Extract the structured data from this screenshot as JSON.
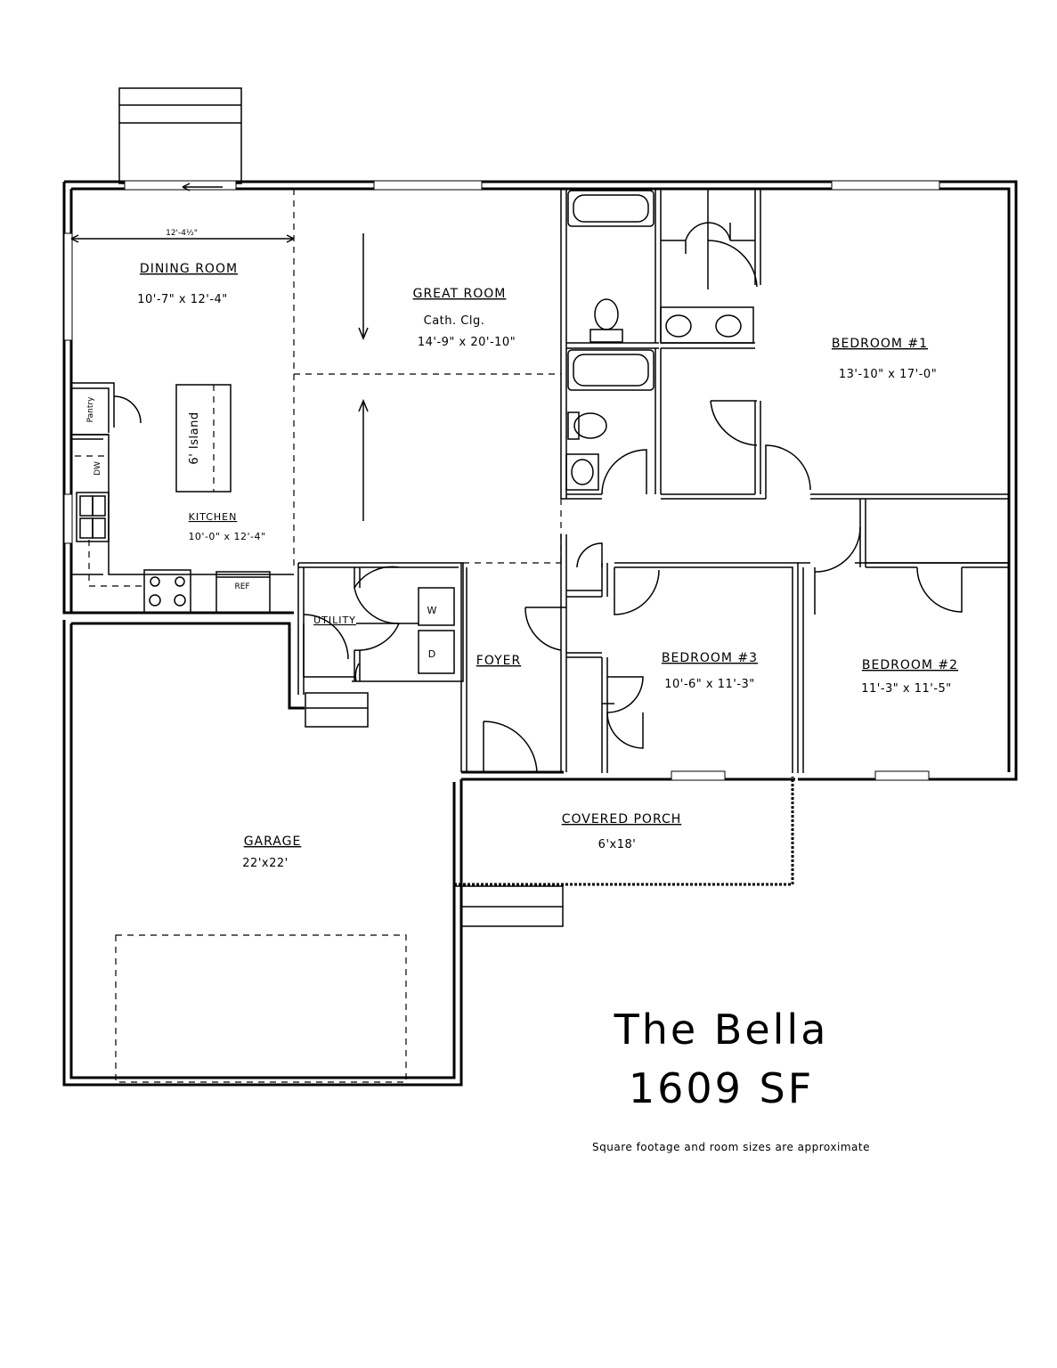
{
  "rooms": {
    "dining": {
      "name": "DINING ROOM",
      "size": "10'-7\" x 12'-4\""
    },
    "great": {
      "name": "GREAT ROOM",
      "note": "Cath. Clg.",
      "size": "14'-9\" x 20'-10\""
    },
    "kitchen": {
      "name": "KITCHEN",
      "size": "10'-0\" x 12'-4\""
    },
    "bedroom1": {
      "name": "BEDROOM #1",
      "size": "13'-10\" x 17'-0\""
    },
    "bedroom2": {
      "name": "BEDROOM #2",
      "size": "11'-3\" x 11'-5\""
    },
    "bedroom3": {
      "name": "BEDROOM #3",
      "size": "10'-6\" x 11'-3\""
    },
    "utility": {
      "name": "UTILITY"
    },
    "foyer": {
      "name": "FOYER"
    },
    "garage": {
      "name": "GARAGE",
      "size": "22'x22'"
    },
    "porch": {
      "name": "COVERED PORCH",
      "size": "6'x18'"
    }
  },
  "fixtures": {
    "pantry": "Pantry",
    "island": "6' Island",
    "dishwasher": "DW",
    "refrigerator": "REF",
    "washer": "W",
    "dryer": "D"
  },
  "dimension_line": "12'-4½\"",
  "title": {
    "name": "The Bella",
    "area": "1609 SF",
    "disclaimer": "Square footage and room sizes are approximate"
  }
}
